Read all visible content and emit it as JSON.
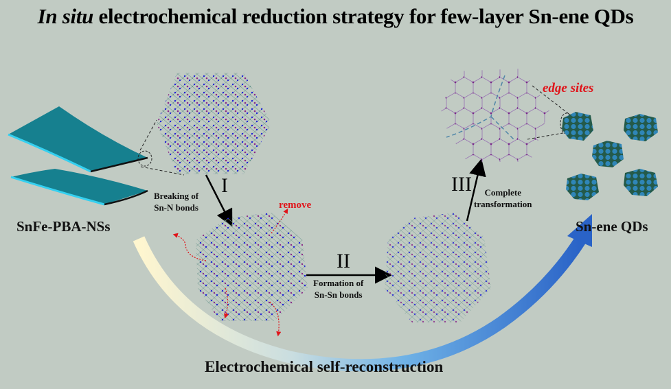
{
  "title": {
    "italic_part": "In situ",
    "rest": " electrochemical reduction strategy for few-layer Sn-ene QDs"
  },
  "stages": {
    "precursor_label": "SnFe-PBA-NSs",
    "product_label": "Sn-ene QDs",
    "edge_sites_label": "edge sites",
    "remove_label": "remove"
  },
  "steps": [
    {
      "numeral": "I",
      "caption_line1": "Breaking of",
      "caption_line2": "Sn-N bonds"
    },
    {
      "numeral": "II",
      "caption_line1": "Formation of",
      "caption_line2": "Sn-Sn bonds"
    },
    {
      "numeral": "III",
      "caption_line1": "Complete",
      "caption_line2": "transformation"
    }
  ],
  "process_label": "Electrochemical self-reconstruction",
  "colors": {
    "background": "#c1cbc3",
    "sheet": "#16808f",
    "sheet_edge": "#35d0f0",
    "lattice_sn": "#5f8f86",
    "lattice_n": "#2020d8",
    "lattice_fe": "#8a2a8a",
    "remove_red": "#e0141a",
    "arc_start": "#fff6cf",
    "arc_end": "#2a63c7",
    "qd_fill": "#2f86b8",
    "qd_edge": "#245a4a"
  }
}
